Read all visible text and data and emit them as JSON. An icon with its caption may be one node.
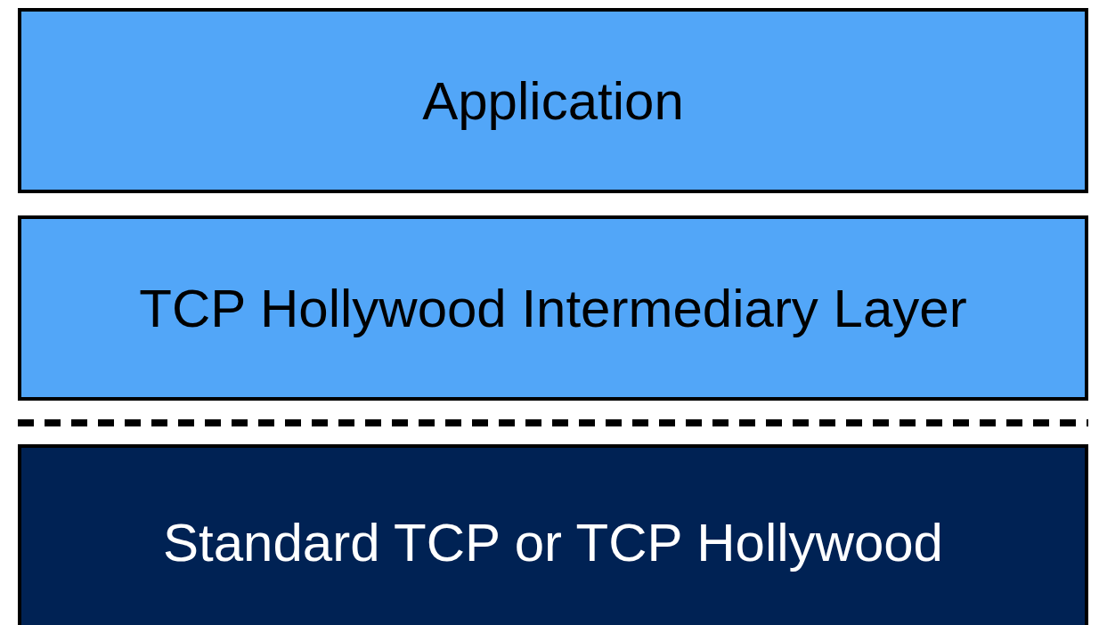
{
  "diagram": {
    "nodes": [
      {
        "text": [
          "Application"
        ]
      },
      {
        "text": [
          "TCP Hollywood Intermediary Layer"
        ]
      },
      {
        "text": [
          "Standard TCP or TCP Hollywood"
        ]
      }
    ]
  }
}
